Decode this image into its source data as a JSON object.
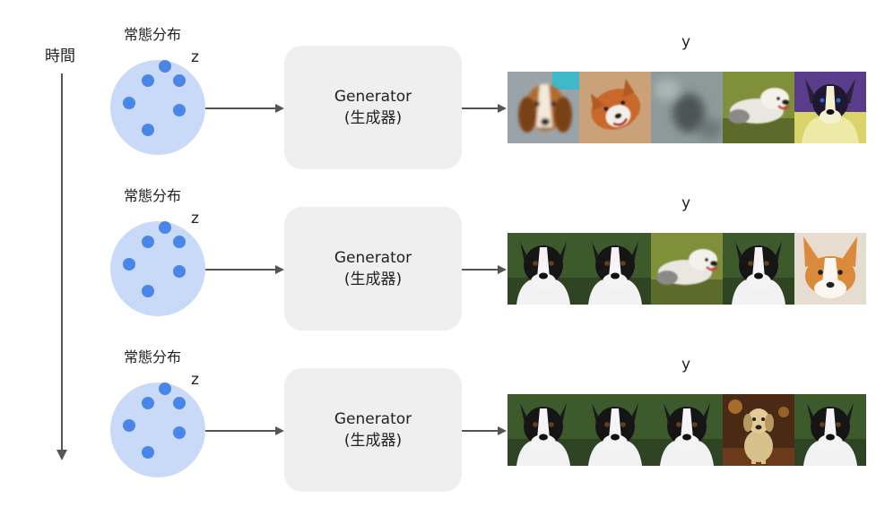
{
  "time_axis": {
    "label": "時間"
  },
  "rows": [
    {
      "distribution_label": "常態分布",
      "z_label": "z",
      "generator": {
        "title": "Generator",
        "subtitle": "(生成器)"
      },
      "y_label": "y",
      "images": [
        "beagle-blurry",
        "corgi-tilted",
        "blurred-noise",
        "sheepdog-running",
        "border-collie-colorful"
      ]
    },
    {
      "distribution_label": "常態分布",
      "z_label": "z",
      "generator": {
        "title": "Generator",
        "subtitle": "(生成器)"
      },
      "y_label": "y",
      "images": [
        "border-collie",
        "border-collie",
        "sheepdog-running",
        "border-collie",
        "corgi"
      ]
    },
    {
      "distribution_label": "常態分布",
      "z_label": "z",
      "generator": {
        "title": "Generator",
        "subtitle": "(生成器)"
      },
      "y_label": "y",
      "images": [
        "border-collie",
        "border-collie",
        "border-collie",
        "labrador-sitting",
        "border-collie"
      ]
    }
  ]
}
